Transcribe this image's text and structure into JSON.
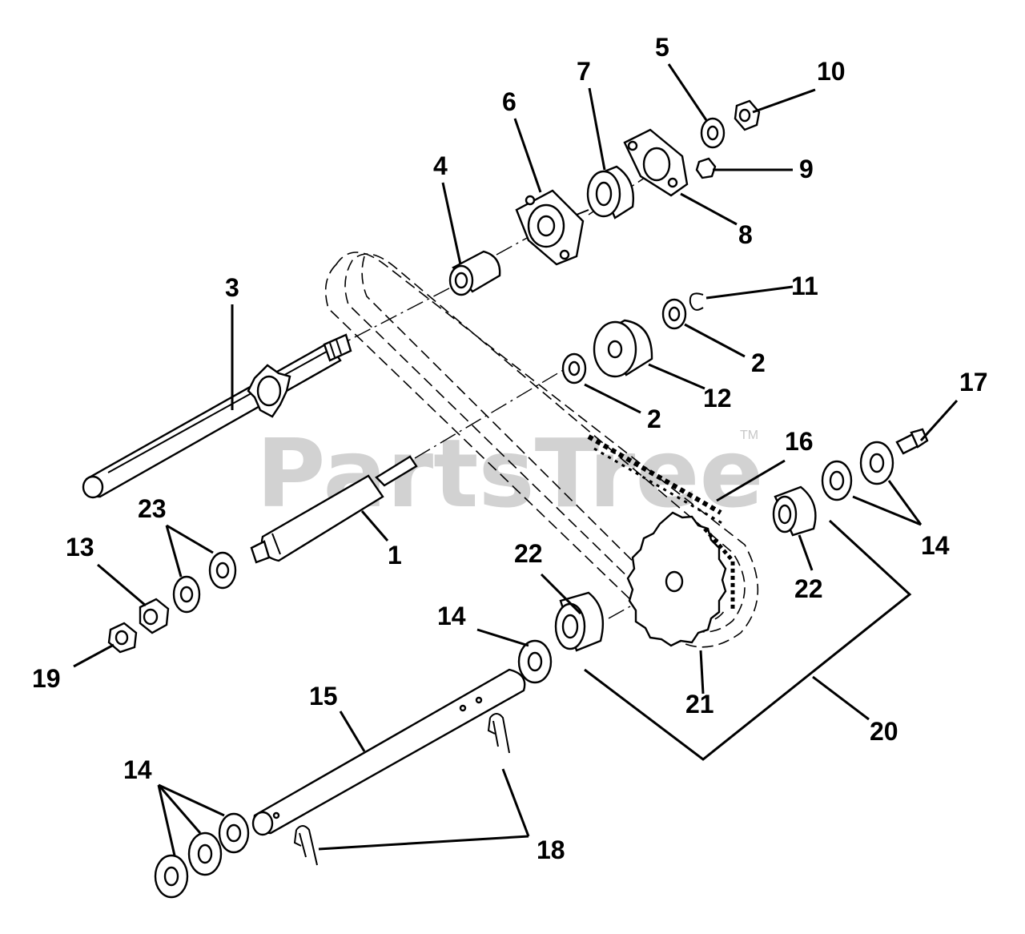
{
  "watermark": {
    "text": "PartsTree",
    "trademark": "TM"
  },
  "callouts": {
    "c1": "1",
    "c2a": "2",
    "c2b": "2",
    "c3": "3",
    "c4": "4",
    "c5": "5",
    "c6": "6",
    "c7": "7",
    "c8": "8",
    "c9": "9",
    "c10": "10",
    "c11": "11",
    "c12": "12",
    "c13": "13",
    "c14a": "14",
    "c14b": "14",
    "c14c": "14",
    "c15": "15",
    "c16": "16",
    "c17": "17",
    "c18": "18",
    "c19": "19",
    "c20": "20",
    "c21": "21",
    "c22a": "22",
    "c22b": "22",
    "c23": "23"
  }
}
